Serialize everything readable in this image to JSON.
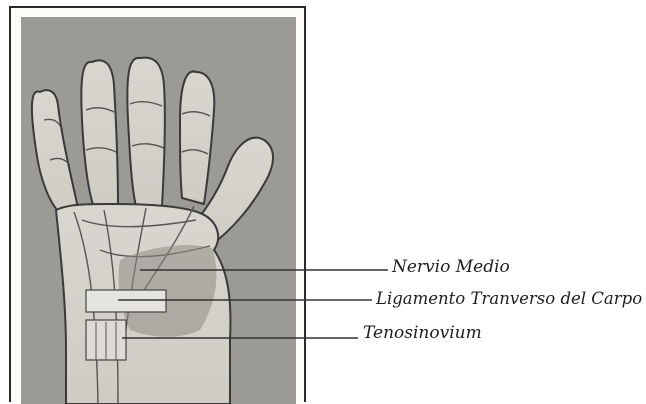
{
  "diagram": {
    "labels": [
      {
        "id": "median-nerve",
        "text": "Nervio Medio"
      },
      {
        "id": "transverse-carpal-ligament",
        "text": "Ligamento Tranverso del Carpo"
      },
      {
        "id": "tenosynovium",
        "text": "Tenosinovium"
      }
    ]
  }
}
